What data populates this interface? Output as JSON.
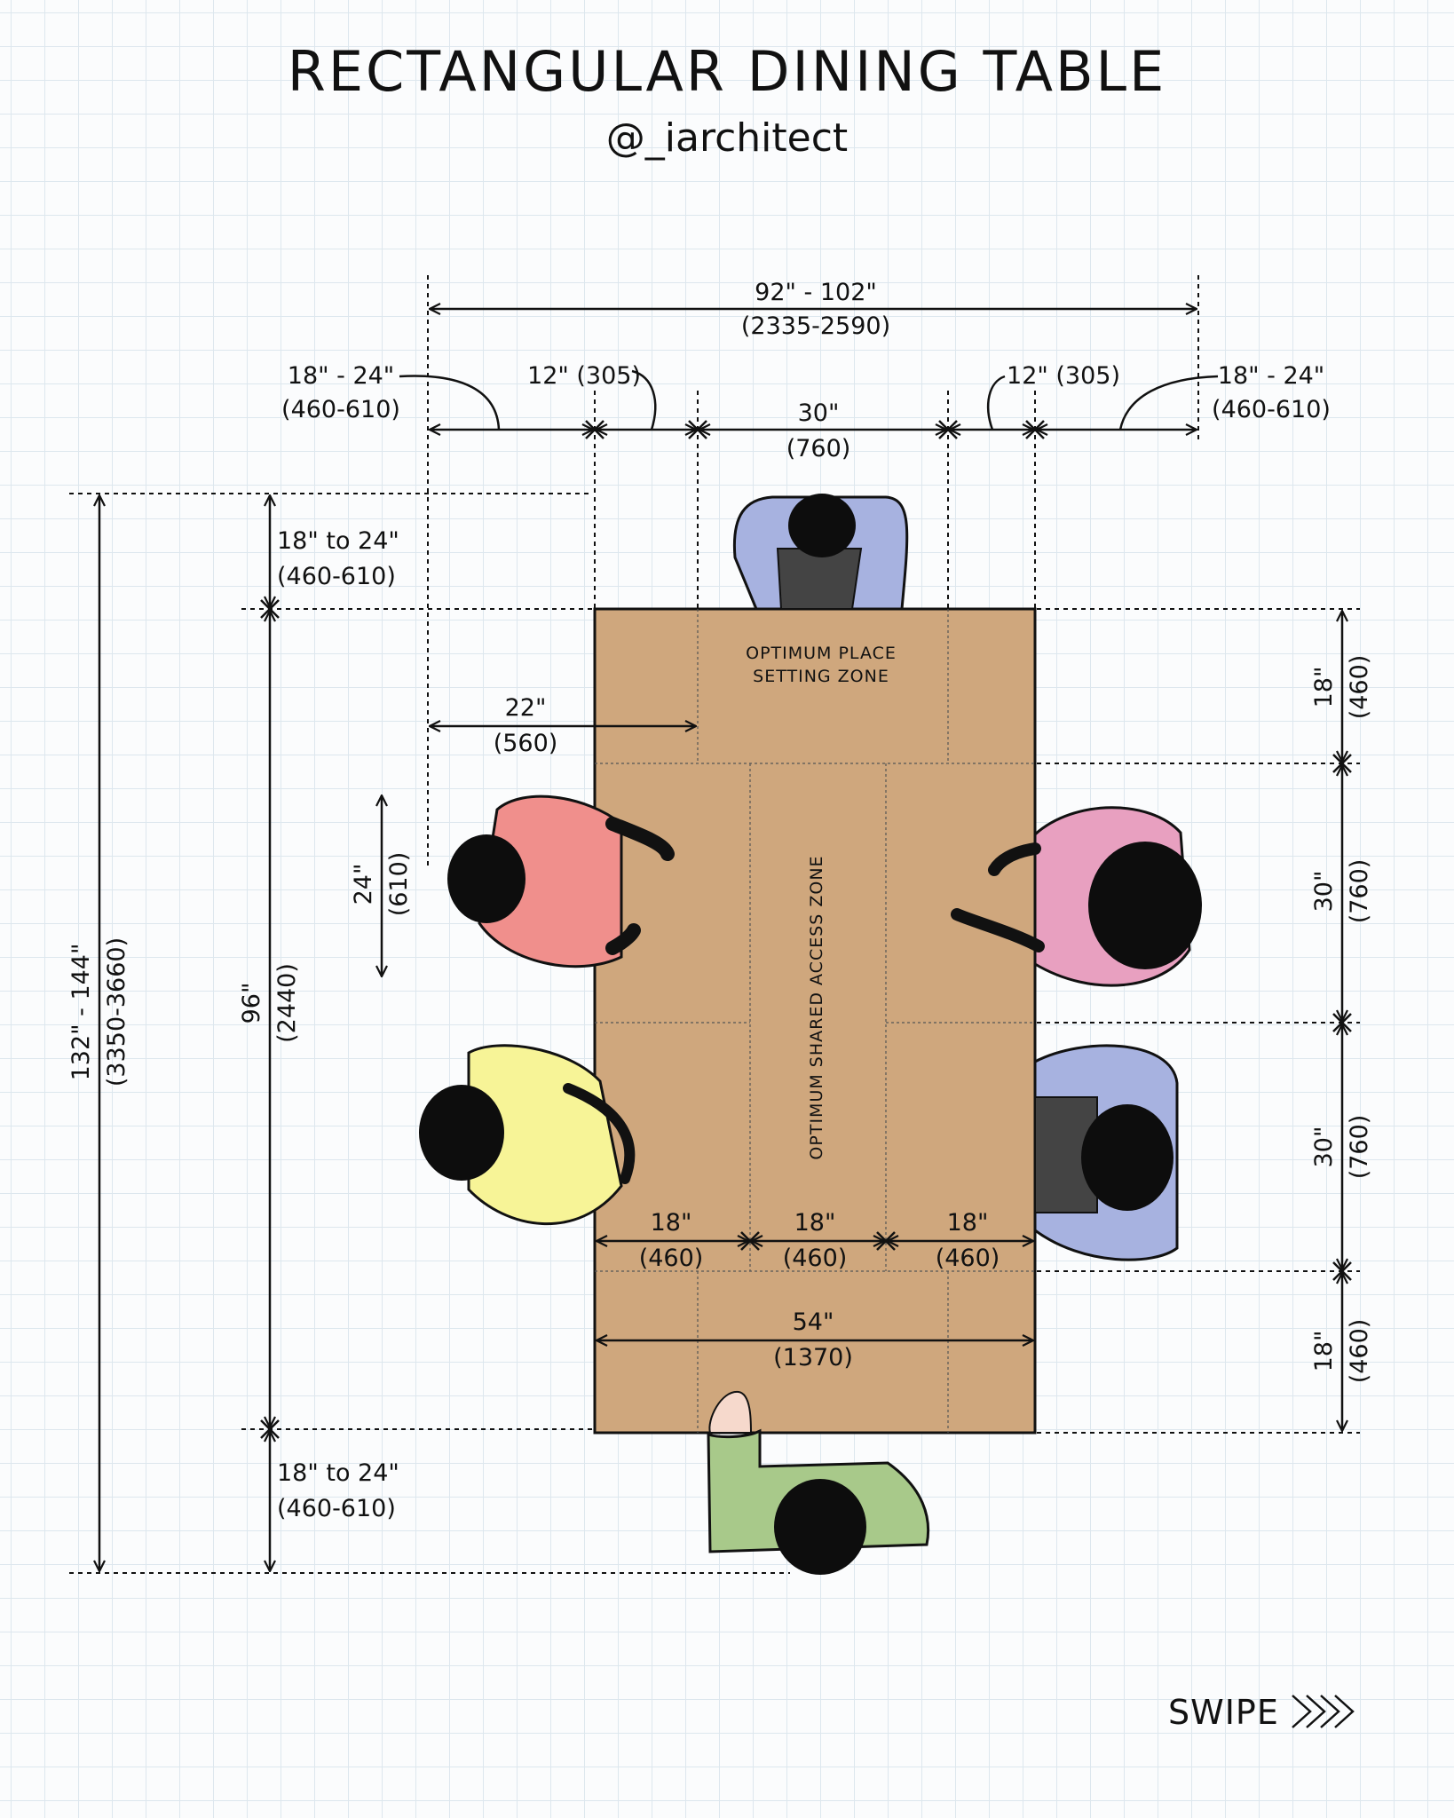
{
  "title": "RECTANGULAR DINING TABLE",
  "handle": "@_iarchitect",
  "dims": {
    "overall_width": "92\" - 102\"",
    "overall_width_mm": "(2335-2590)",
    "left_clear": "18\" - 24\"",
    "left_clear_mm": "(460-610)",
    "left_reach": "12\" (305)",
    "table_mid": "30\"",
    "table_mid_mm": "(760)",
    "right_reach": "12\" (305)",
    "right_clear": "18\" - 24\"",
    "right_clear_mm": "(460-610)",
    "top_clear": "18\" to 24\"",
    "top_clear_mm": "(460-610)",
    "bottom_clear": "18\" to 24\"",
    "bottom_clear_mm": "(460-610)",
    "total_length": "132\" - 144\"",
    "total_length_mm": "(3350-3660)",
    "table_length": "96\"",
    "table_length_mm": "(2440)",
    "place_depth": "22\"",
    "place_depth_mm": "(560)",
    "seat_width": "24\"",
    "seat_width_mm": "(610)",
    "right_seg1": "18\"",
    "right_seg1_mm": "(460)",
    "right_seg2": "30\"",
    "right_seg2_mm": "(760)",
    "right_seg3": "30\"",
    "right_seg3_mm": "(760)",
    "right_seg4": "18\"",
    "right_seg4_mm": "(460)",
    "inner_a": "18\"",
    "inner_a_mm": "(460)",
    "inner_b": "18\"",
    "inner_b_mm": "(460)",
    "inner_c": "18\"",
    "inner_c_mm": "(460)",
    "table_width": "54\"",
    "table_width_mm": "(1370)"
  },
  "zones": {
    "place_line1": "OPTIMUM PLACE",
    "place_line2": "SETTING ZONE",
    "shared": "OPTIMUM SHARED ACCESS ZONE"
  },
  "swipe": "SWIPE",
  "colors": {
    "table": "#cfa77d",
    "shirt_blue": "#a7b2e0",
    "shirt_pink": "#f08f8c",
    "shirt_rose": "#e8a0c0",
    "shirt_yellow": "#f7f497",
    "shirt_green": "#a8c98a",
    "hair": "#0d0d0d",
    "skin": "#f6d9cc"
  }
}
